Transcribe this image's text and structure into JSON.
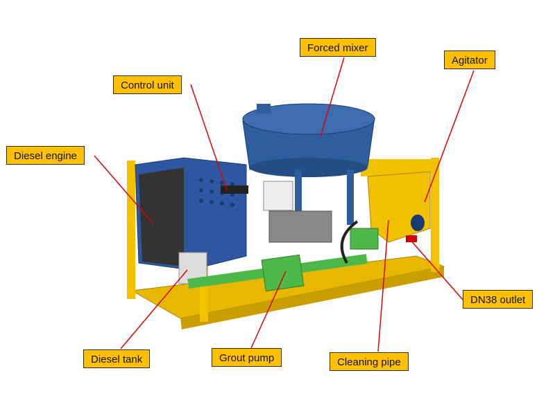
{
  "colors": {
    "label_bg": "#FFC000",
    "leader_line": "#E00000",
    "frame": "#F2C200",
    "mixer": "#2F5E9E",
    "pump": "#4DB848"
  },
  "labels": {
    "forced_mixer": "Forced mixer",
    "agitator": "Agitator",
    "control_unit": "Control unit",
    "diesel_engine": "Diesel engine",
    "dn38_outlet": "DN38 outlet",
    "diesel_tank": "Diesel tank",
    "grout_pump": "Grout pump",
    "cleaning_pipe": "Cleaning pipe"
  }
}
